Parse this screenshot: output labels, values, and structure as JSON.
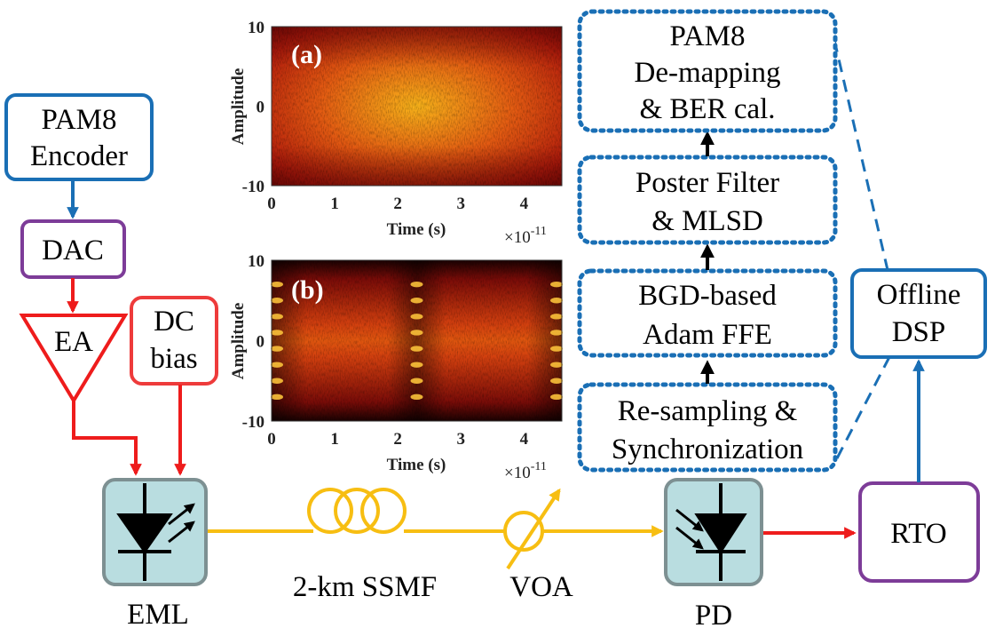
{
  "blocks": {
    "pam8_encoder": [
      "PAM8",
      "Encoder"
    ],
    "dac": "DAC",
    "ea": "EA",
    "dc_bias": [
      "DC",
      "bias"
    ],
    "eml": "EML",
    "ssmf": "2-km SSMF",
    "voa": "VOA",
    "pd": "PD",
    "rto": "RTO",
    "offline_dsp": [
      "Offline",
      "DSP"
    ]
  },
  "dsp_chain": [
    {
      "lines": [
        "Re-sampling &",
        "Synchronization"
      ]
    },
    {
      "lines": [
        "BGD-based",
        "Adam FFE"
      ]
    },
    {
      "lines": [
        "Poster Filter",
        "& MLSD"
      ]
    },
    {
      "lines": [
        "PAM8",
        "De-mapping",
        "& BER cal."
      ]
    }
  ],
  "plots": [
    {
      "panel_label": "(a)",
      "ylabel": "Amplitude",
      "xlabel": "Time (s)",
      "yticks": [
        "10",
        "0",
        "-10"
      ],
      "xticks": [
        "0",
        "1",
        "2",
        "3",
        "4"
      ],
      "x_exponent_base": "×10",
      "x_exponent": "-11",
      "type": "eye-heatmap",
      "xlim": [
        0,
        4.6e-11
      ],
      "ylim": [
        -10,
        10
      ],
      "eye_crossings_x": []
    },
    {
      "panel_label": "(b)",
      "ylabel": "Amplitude",
      "xlabel": "Time (s)",
      "yticks": [
        "10",
        "0",
        "-10"
      ],
      "xticks": [
        "0",
        "1",
        "2",
        "3",
        "4"
      ],
      "x_exponent_base": "×10",
      "x_exponent": "-11",
      "type": "eye-heatmap",
      "xlim": [
        0,
        4.6e-11
      ],
      "ylim": [
        -10,
        10
      ],
      "eye_crossings_x": [
        0,
        2.3e-11,
        4.6e-11
      ]
    }
  ],
  "colors": {
    "electrical_signal": "#ee1c1c",
    "optical_signal": "#f7be12",
    "digital_link": "#1a6fb5",
    "encoder_border": "#1a6fb5",
    "dac_border": "#7d3c98",
    "dc_bias_border": "#ee3b3b",
    "device_fill": "#b9dde0",
    "device_border": "#7d9092",
    "dsp_border_dotted": "#1a6fb5"
  }
}
